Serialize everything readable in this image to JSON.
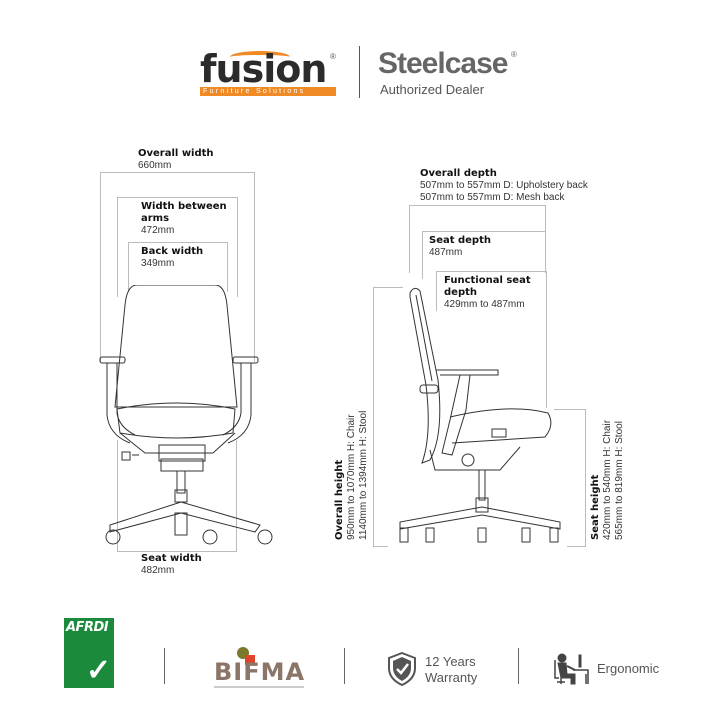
{
  "header": {
    "fusion_logo": {
      "word": "fusion",
      "tagline": "Furniture Solutions",
      "registered": "®",
      "accent_color": "#f08a24"
    },
    "steelcase_logo": {
      "word": "Steelcase",
      "registered": "®",
      "subtitle": "Authorized Dealer"
    }
  },
  "front_view": {
    "overall_width": {
      "label": "Overall width",
      "value": "660mm"
    },
    "width_between_arms": {
      "label": "Width between arms",
      "value": "472mm"
    },
    "back_width": {
      "label": "Back width",
      "value": "349mm"
    },
    "seat_width": {
      "label": "Seat width",
      "value": "482mm"
    }
  },
  "side_view": {
    "overall_depth": {
      "label": "Overall depth",
      "values": [
        "507mm to 557mm D: Upholstery back",
        "507mm to 557mm D: Mesh back"
      ]
    },
    "seat_depth": {
      "label": "Seat depth",
      "value": "487mm"
    },
    "functional_seat_depth": {
      "label": "Functional seat depth",
      "value": "429mm to 487mm"
    },
    "overall_height": {
      "label": "Overall height",
      "values": [
        "950mm to 1070mm H: Chair",
        "1140mm to 1394mm H: Stool"
      ]
    },
    "seat_height": {
      "label": "Seat height",
      "values": [
        "420mm to 540mm H: Chair",
        "565mm to 819mm H: Stool"
      ]
    }
  },
  "certifications": {
    "afrdi": {
      "text": "AFRDI",
      "color": "#1b8a3c"
    },
    "bifma": {
      "text": "BIFMA",
      "color": "#8b7468"
    },
    "warranty": {
      "line1": "12 Years",
      "line2": "Warranty",
      "icon": "shield-check-icon"
    },
    "ergonomic": {
      "text": "Ergonomic",
      "icon": "ergonomic-desk-icon"
    }
  }
}
